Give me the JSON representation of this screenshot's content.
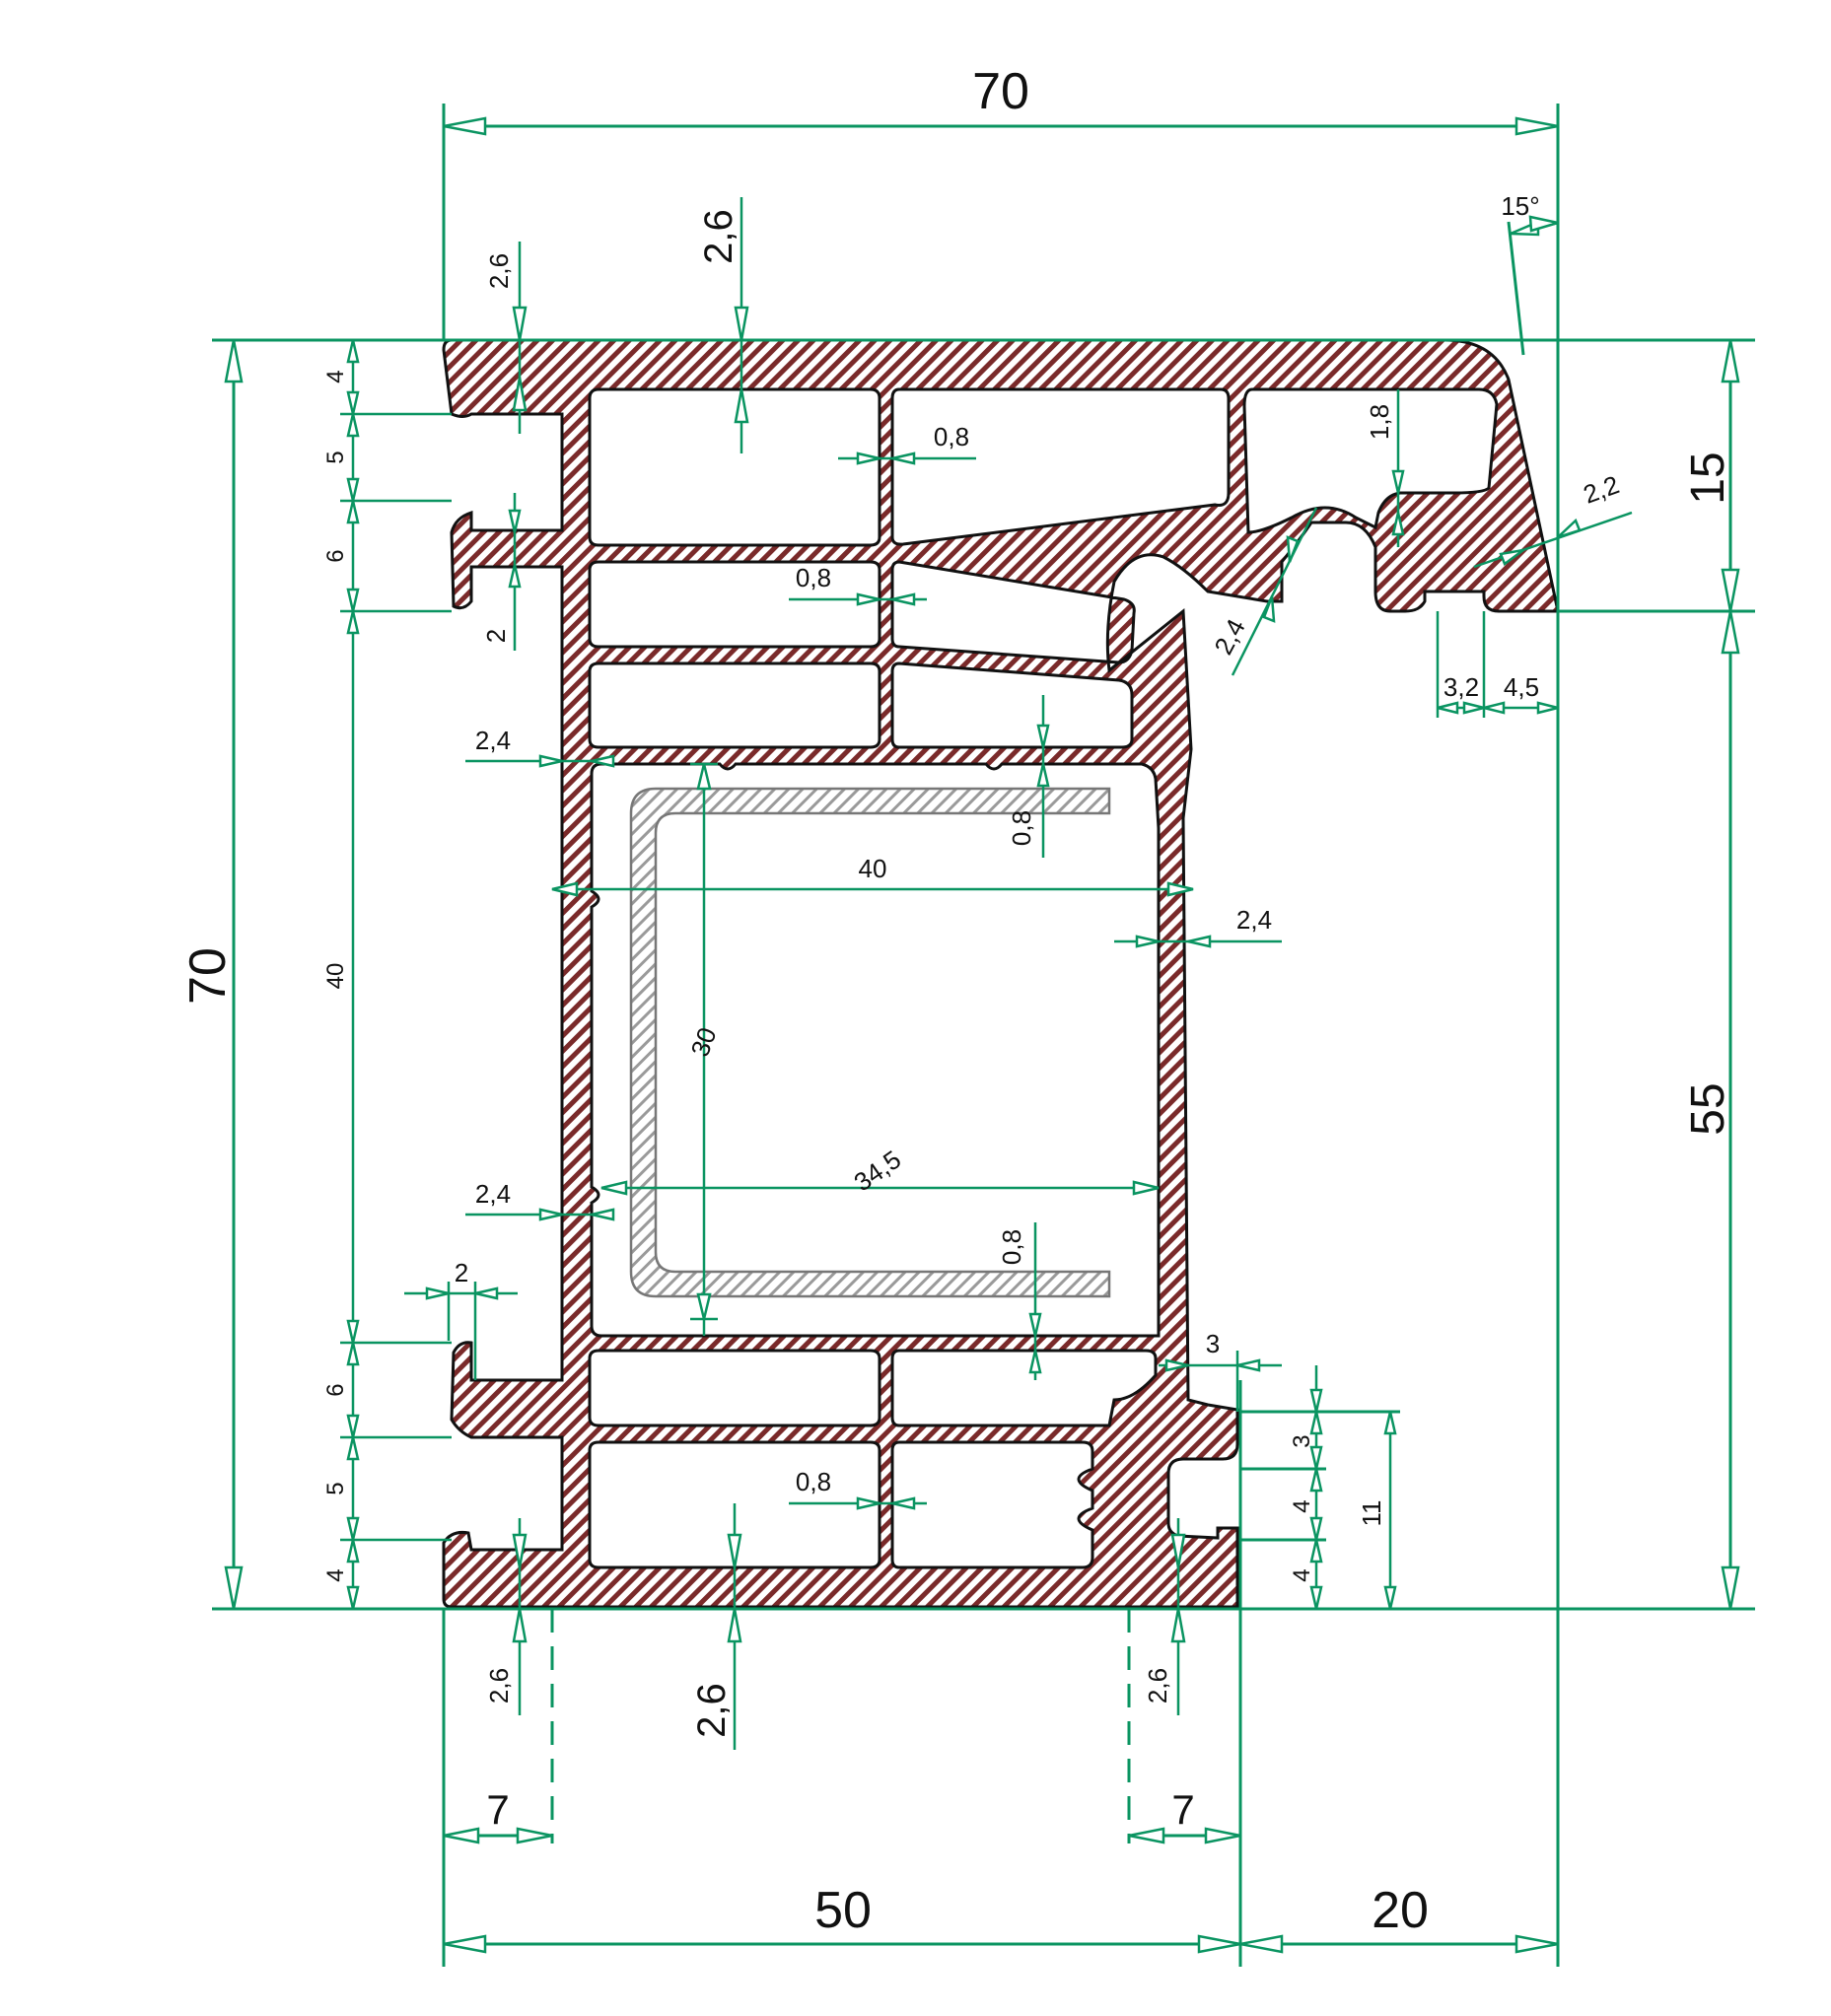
{
  "colors": {
    "dimension": "#0a9461",
    "profile": "#7a2a2a",
    "reinforcement": "#8a8a8a",
    "outline": "#111111"
  },
  "labels": {
    "top_width": "70",
    "left_height": "70",
    "right_upper": "15",
    "right_lower": "55",
    "bottom_main": "50",
    "bottom_right": "20",
    "bottom_left_7": "7",
    "bottom_right_7": "7",
    "angle": "15°",
    "wall_top_small": "2,6",
    "wall_top_big": "2,6",
    "wall_bottom_left": "2,6",
    "wall_bottom_mid": "2,6",
    "wall_bottom_right": "2,6",
    "web_08_a": "0,8",
    "web_08_b": "0,8",
    "web_08_c": "0,8",
    "web_08_vert_top": "0,8",
    "web_08_vert_bot": "0,8",
    "rib_18": "1,8",
    "lip_22": "2,2",
    "diag_24": "2,4",
    "groove_32": "3,2",
    "groove_45": "4,5",
    "left_24_top": "2,4",
    "left_24_bot": "2,4",
    "right_24": "2,4",
    "inner_40": "40",
    "inner_345": "34,5",
    "inner_30": "30",
    "gap_2_top": "2",
    "gap_2_bot": "2",
    "step_3": "3",
    "lt_4": "4",
    "lt_5": "5",
    "lt_6": "6",
    "lm_40": "40",
    "lb_6": "6",
    "lb_5": "5",
    "lb_4": "4",
    "rb_3": "3",
    "rb_4a": "4",
    "rb_4b": "4",
    "rb_11": "11"
  }
}
